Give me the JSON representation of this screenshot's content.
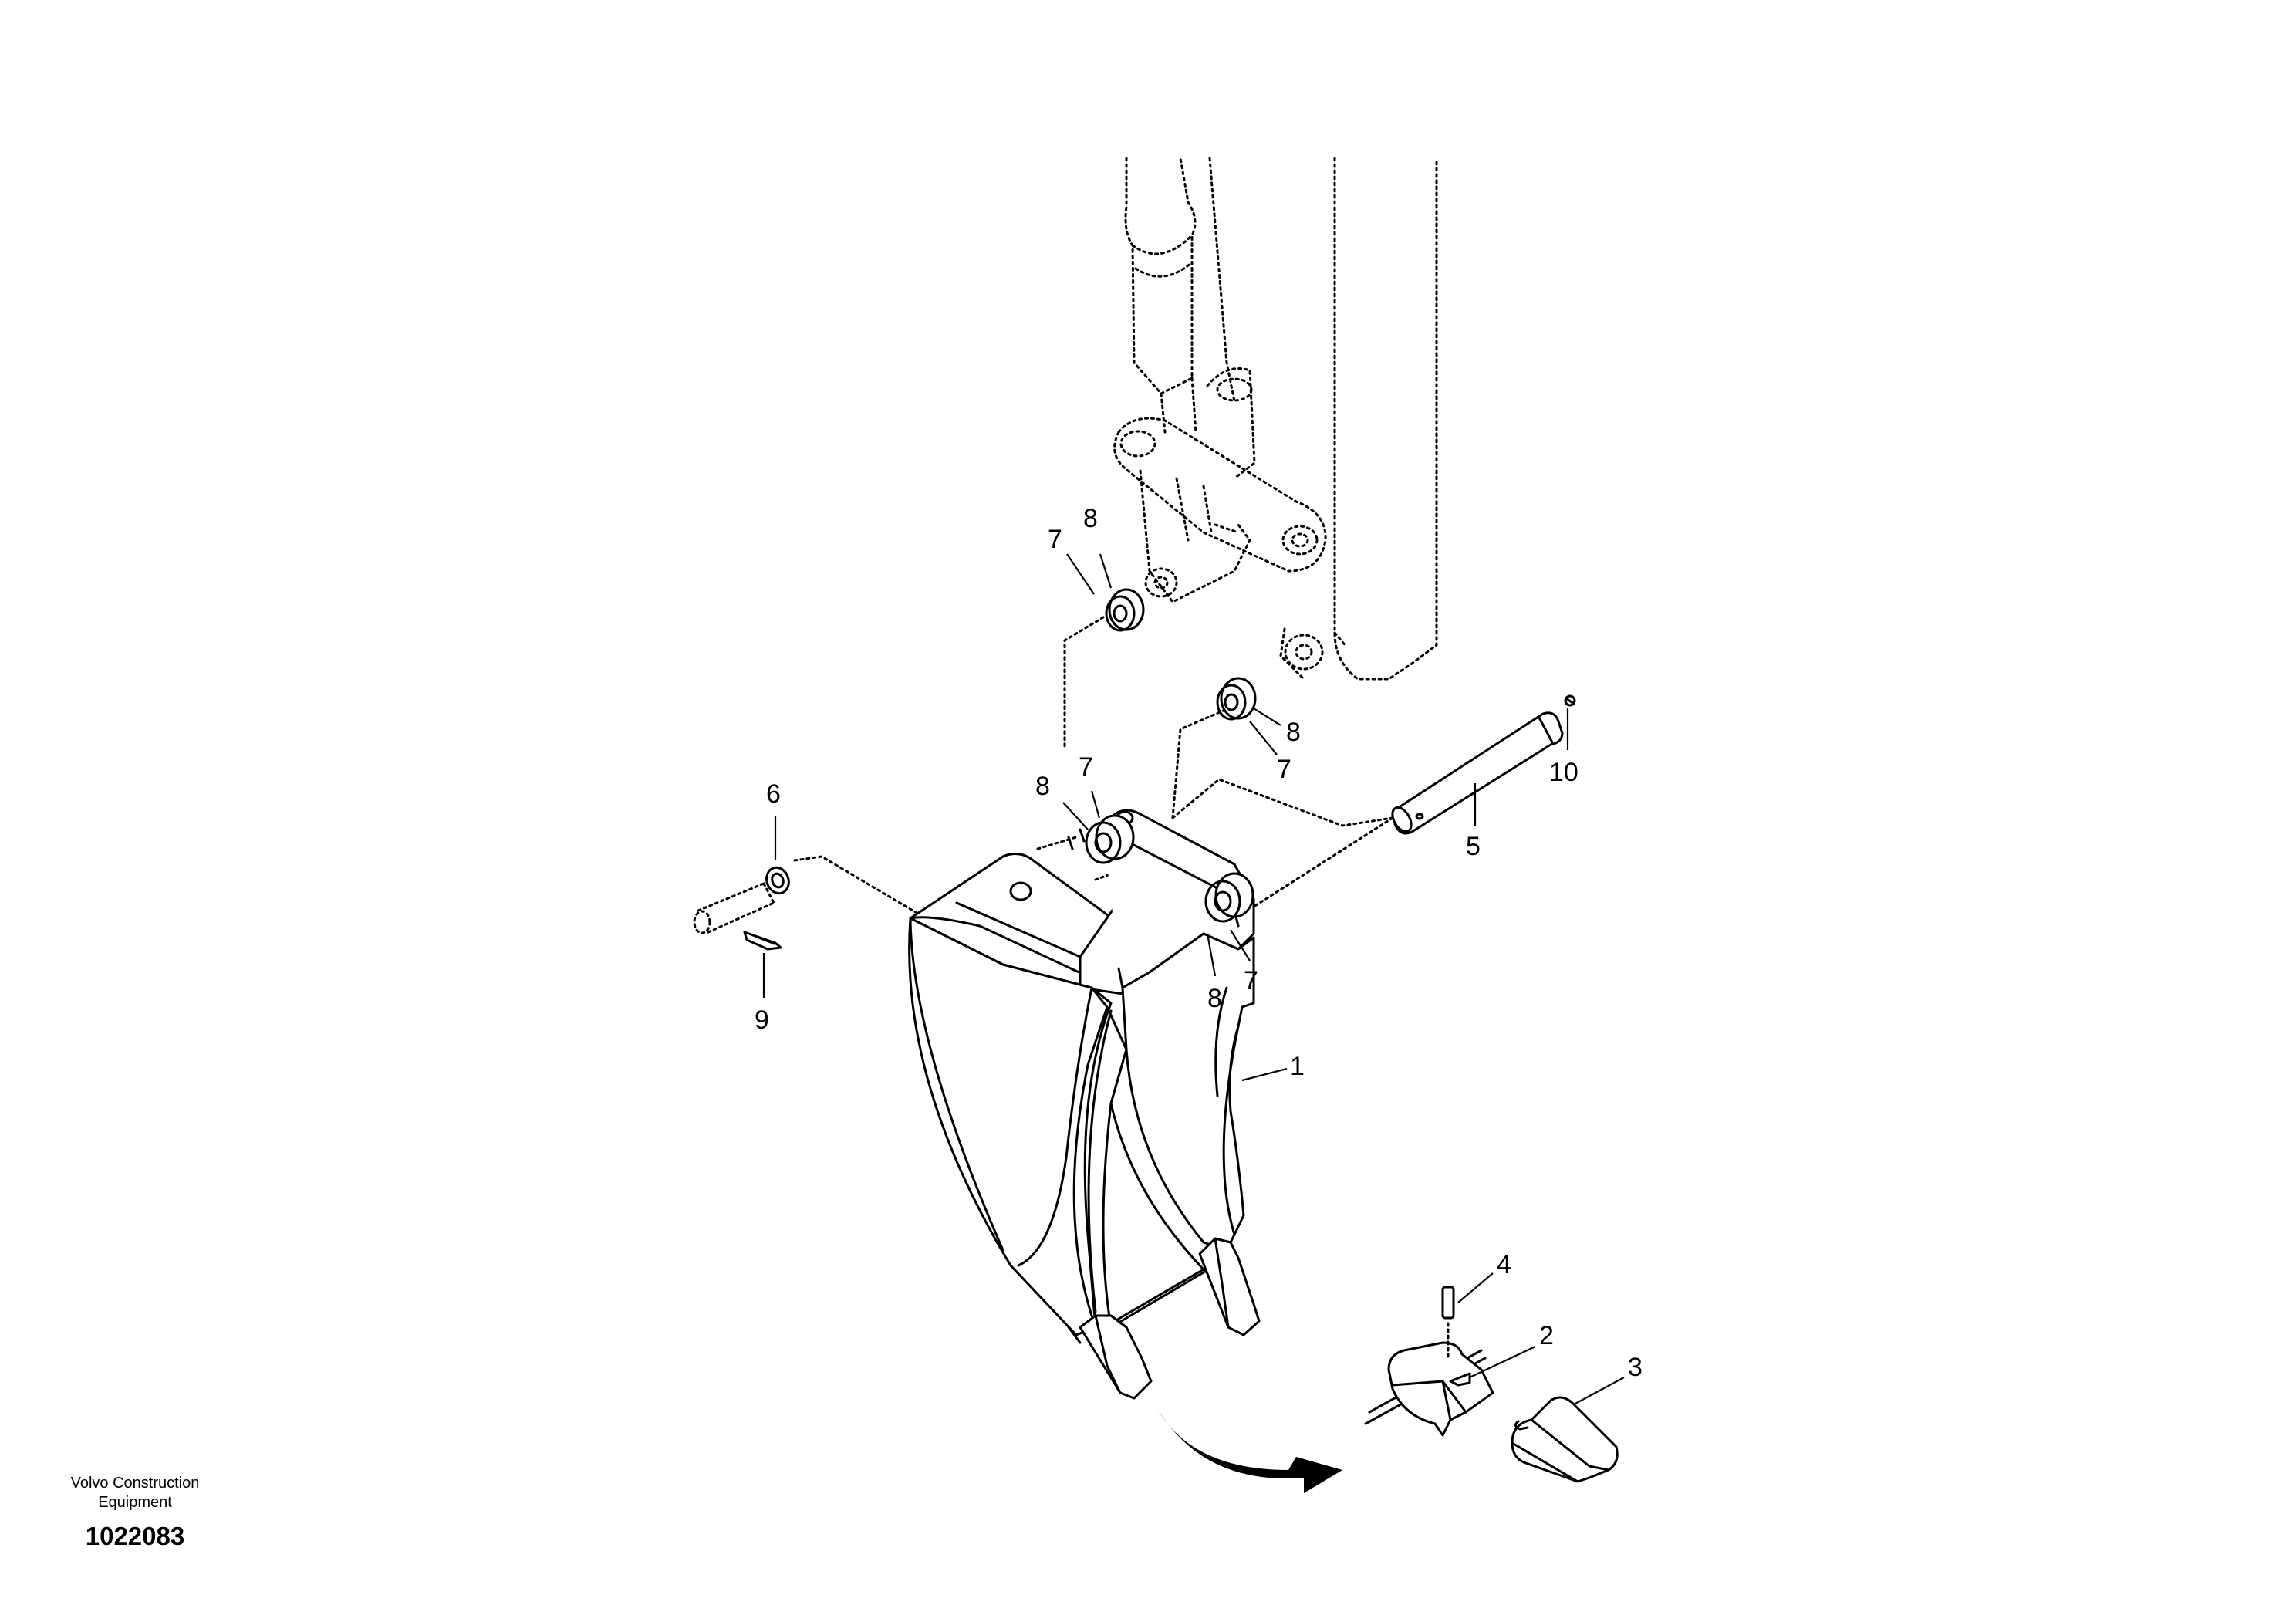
{
  "callouts": {
    "c7a": "7",
    "c8a": "8",
    "c8b": "8",
    "c7b": "7",
    "c8c": "8",
    "c7c": "7",
    "c8d": "8",
    "c7d": "7",
    "c6": "6",
    "c9": "9",
    "c10": "10",
    "c5": "5",
    "c1": "1",
    "c4": "4",
    "c2": "2",
    "c3": "3"
  },
  "footer": {
    "maker_line1": "Volvo Construction",
    "maker_line2": "Equipment",
    "drawing_number": "1022083"
  },
  "colors": {
    "line": "#000000",
    "background": "#ffffff"
  }
}
